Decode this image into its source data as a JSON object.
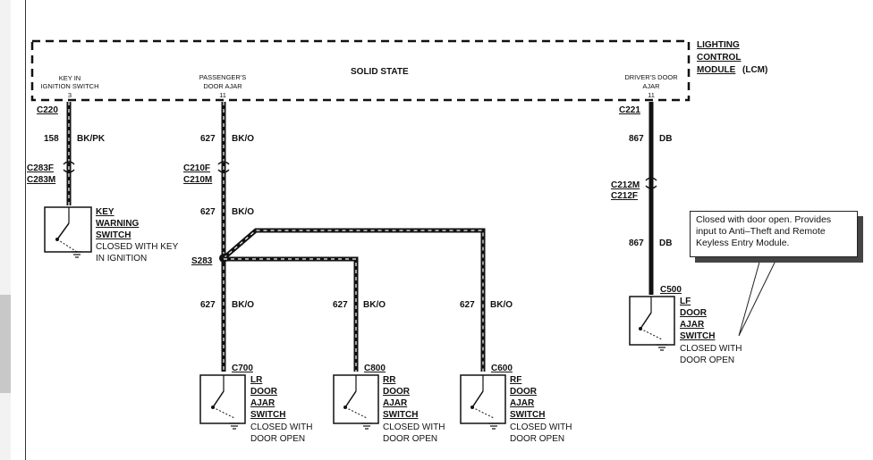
{
  "module": {
    "title_line1": "LIGHTING",
    "title_line2": "CONTROL",
    "title_line3": "MODULE",
    "title_abbr": "(LCM)",
    "center_label": "SOLID STATE",
    "pins": [
      {
        "line1": "KEY IN",
        "line2": "IGNITION SWITCH",
        "pin": "3"
      },
      {
        "line1": "PASSENGER'S",
        "line2": "DOOR AJAR",
        "pin": "11"
      },
      {
        "line1": "DRIVER'S DOOR",
        "line2": "AJAR",
        "pin": "11"
      }
    ]
  },
  "connectors": {
    "c220": "C220",
    "c221": "C221",
    "c283f": "C283F",
    "c283m": "C283M",
    "c210f": "C210F",
    "c210m": "C210M",
    "c212m": "C212M",
    "c212f": "C212F",
    "s283": "S283",
    "c500": "C500",
    "c700": "C700",
    "c800": "C800",
    "c600": "C600"
  },
  "wires": {
    "w158_num": "158",
    "w158_color": "BK/PK",
    "w627a_num": "627",
    "w627a_color": "BK/O",
    "w627b_num": "627",
    "w627b_color": "BK/O",
    "w627_lr_num": "627",
    "w627_lr_color": "BK/O",
    "w627_rr_num": "627",
    "w627_rr_color": "BK/O",
    "w627_rf_num": "627",
    "w627_rf_color": "BK/O",
    "w867a_num": "867",
    "w867a_color": "DB",
    "w867b_num": "867",
    "w867b_color": "DB"
  },
  "switches": {
    "key": {
      "l1": "KEY",
      "l2": "WARNING",
      "l3": "SWITCH",
      "d1": "CLOSED WITH KEY",
      "d2": "IN IGNITION"
    },
    "lf": {
      "l1": "LF",
      "l2": "DOOR",
      "l3": "AJAR",
      "l4": "SWITCH",
      "d1": "CLOSED WITH",
      "d2": "DOOR OPEN"
    },
    "lr": {
      "l1": "LR",
      "l2": "DOOR",
      "l3": "AJAR",
      "l4": "SWITCH",
      "d1": "CLOSED WITH",
      "d2": "DOOR OPEN"
    },
    "rr": {
      "l1": "RR",
      "l2": "DOOR",
      "l3": "AJAR",
      "l4": "SWITCH",
      "d1": "CLOSED WITH",
      "d2": "DOOR OPEN"
    },
    "rf": {
      "l1": "RF",
      "l2": "DOOR",
      "l3": "AJAR",
      "l4": "SWITCH",
      "d1": "CLOSED WITH",
      "d2": "DOOR OPEN"
    }
  },
  "callout": {
    "text": "Closed with door open.  Provides input to Anti–Theft and Remote Keyless Entry Module."
  }
}
